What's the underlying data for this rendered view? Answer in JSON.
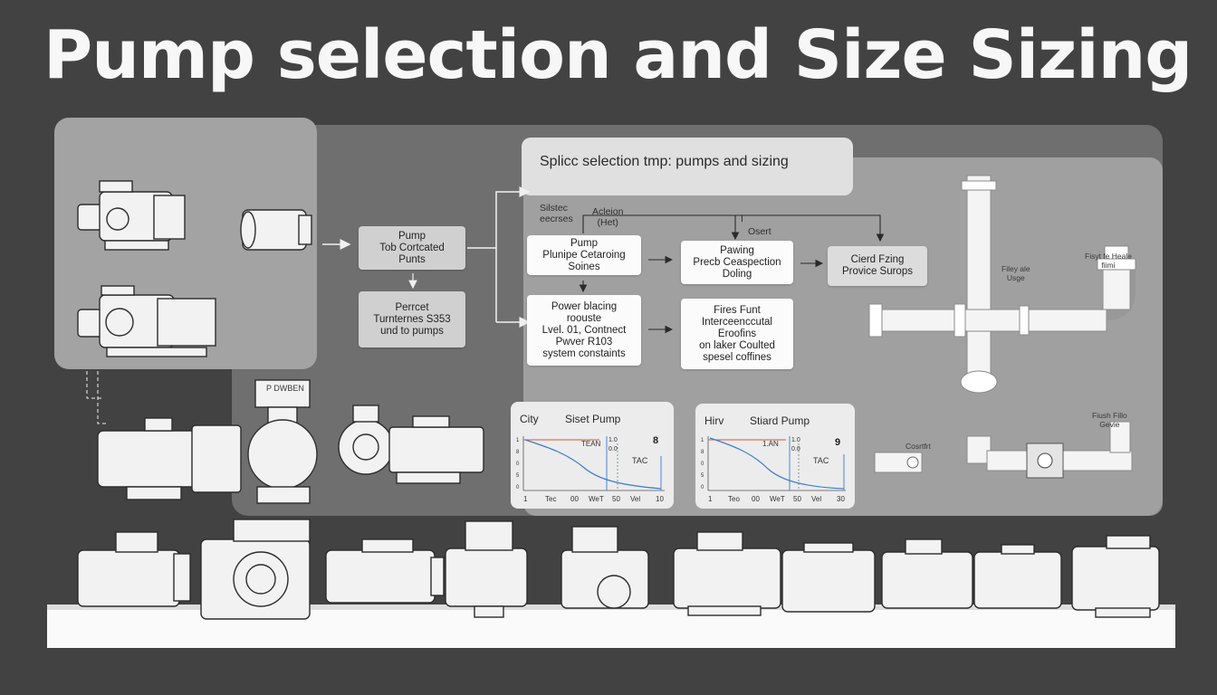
{
  "title": "Pump selection and Size Sizing",
  "header_box": "Splicc selection tmp: pumps and sizing",
  "left_nodes": {
    "top": [
      "Pump",
      "Tob Cortcated",
      "Punts"
    ],
    "bottom": [
      "Perrcet",
      "Turnternes S353",
      "und to pumps"
    ]
  },
  "flow_notes": {
    "left": [
      "Silstec",
      "eecrses"
    ],
    "center": [
      "Acleion",
      "(Het)"
    ],
    "right": "Osert",
    "mid": "I"
  },
  "flow_nodes": [
    [
      "Pump",
      "Plunipe Cetaroing",
      "Soines"
    ],
    [
      "Pawing",
      "Precb Ceaspection",
      "Doling"
    ],
    [
      "Cierd Fzing",
      "Provice Surops"
    ],
    [
      "Power blacing",
      "roouste",
      "Lvel. 01, Contnect",
      "Pwver R103",
      "system constaints"
    ],
    [
      "Fires Funt",
      "Interceenccutal",
      "Eroofins",
      "on laker Coulted",
      "spesel coffines"
    ]
  ],
  "charts": [
    {
      "title_left": "City",
      "title": "Siset Pump",
      "annotations": [
        "TEAN",
        "1.0",
        "0.0",
        "TAC",
        "8"
      ],
      "x_ticks": [
        "1",
        "Tec",
        "00",
        "WeT",
        "50",
        "Vel",
        "10"
      ],
      "y_ticks": [
        "1",
        "8",
        "0",
        "5",
        "0"
      ]
    },
    {
      "title_left": "Hirv",
      "title": "Stiard Pump",
      "annotations": [
        "1.AN",
        "1.0",
        "0.0",
        "TAC",
        "9"
      ],
      "x_ticks": [
        "1",
        "Teo",
        "00",
        "WeT",
        "50",
        "Vel",
        "30"
      ],
      "y_ticks": [
        "1",
        "8",
        "0",
        "5",
        "0"
      ]
    }
  ],
  "pump_plate": "P DWBEN",
  "pipe_labels": {
    "a": [
      "Filey ale",
      "Usge"
    ],
    "b": [
      "Fisyt fe Heale",
      "fiimi"
    ],
    "c": [
      "Fiush Fillo",
      "Gevie"
    ],
    "d": "Cosrtfrt"
  },
  "colors": {
    "background": "#424242",
    "panel": "#a3a3a3",
    "box": "#e9e9e9",
    "curve": "#3a7bd5",
    "marker": "#d05a3a"
  }
}
